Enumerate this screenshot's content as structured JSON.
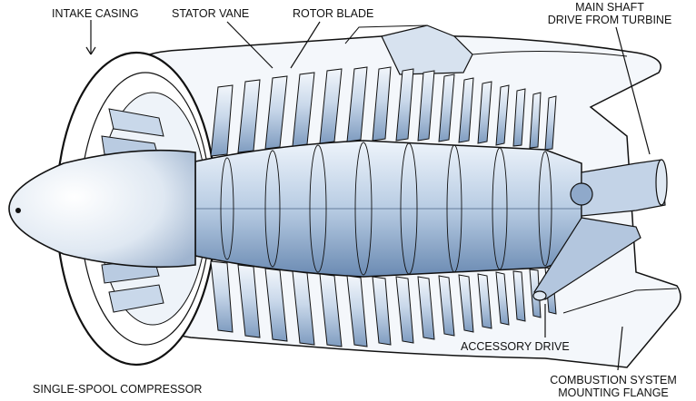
{
  "labels": {
    "intake_casing": "INTAKE CASING",
    "stator_vane": "STATOR VANE",
    "rotor_blade": "ROTOR BLADE",
    "main_shaft_line1": "MAIN SHAFT",
    "main_shaft_line2": "DRIVE FROM TURBINE",
    "accessory_drive": "ACCESSORY DRIVE",
    "combustion_line1": "COMBUSTION SYSTEM",
    "combustion_line2": "MOUNTING FLANGE",
    "caption": "SINGLE-SPOOL COMPRESSOR"
  },
  "colors": {
    "ink": "#111111",
    "metal_light": "#e6eef7",
    "metal_mid": "#a9bfd9",
    "metal_dark": "#6f8fb5",
    "shadow": "#3b4a5c"
  }
}
